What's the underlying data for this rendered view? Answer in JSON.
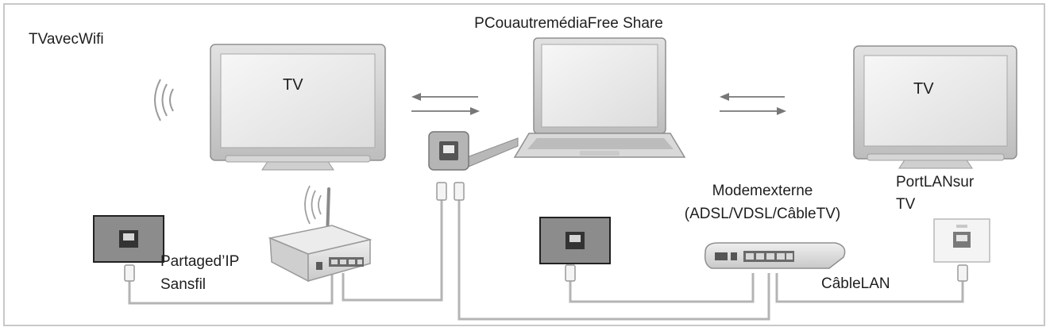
{
  "labels": {
    "tv_wifi": "TVavecWifi",
    "pc_share": "PCouautremédiaFree Share",
    "tv_left": "TV",
    "tv_right": "TV",
    "modem_line1": "Modemexterne",
    "modem_line2": "(ADSL/VDSL/CâbleTV)",
    "lan_port_line1": "PortLANsur",
    "lan_port_line2": "TV",
    "ip_share_line1": "Partaged’IP",
    "ip_share_line2": "Sansfil",
    "lan_cable": "CâbleLAN"
  },
  "colors": {
    "frame": "#c8c8c8",
    "device": "#e6e6e6",
    "device_dark": "#4a4a4a",
    "cable": "#b4b4b4",
    "wall_plate": "#8c8c8c"
  },
  "icons": [
    "tv-icon",
    "laptop-icon",
    "router-icon",
    "modem-icon",
    "wall-socket-icon",
    "ethernet-plug-icon",
    "wifi-waves-icon",
    "arrow-left-icon",
    "arrow-right-icon"
  ]
}
